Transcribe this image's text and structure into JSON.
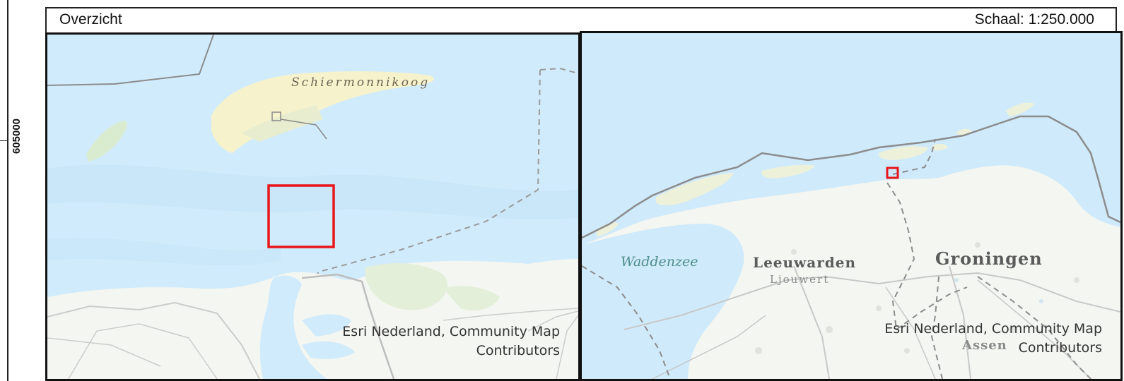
{
  "coordinate_label": "605000",
  "header": {
    "title": "Overzicht",
    "scale": "Schaal: 1:250.000"
  },
  "detail_map": {
    "place_label": "Schiermonnikoog",
    "credit_line1": "Esri Nederland, Community Map",
    "credit_line2": "Contributors",
    "highlight_color": "#e8161b"
  },
  "overview_map": {
    "labels": {
      "sea": "Waddenzee",
      "city1": "Leeuwarden",
      "city1_alt": "Ljouwert",
      "city2": "Groningen",
      "city3": "Assen"
    },
    "credit_line1": "Esri Nederland, Community Map",
    "credit_line2": "Contributors",
    "highlight_color": "#e8161b"
  },
  "colors": {
    "water": "#cfeafb",
    "land": "#f4f6f1",
    "dune": "#f7f4cf",
    "border": "#9a9a9a"
  }
}
